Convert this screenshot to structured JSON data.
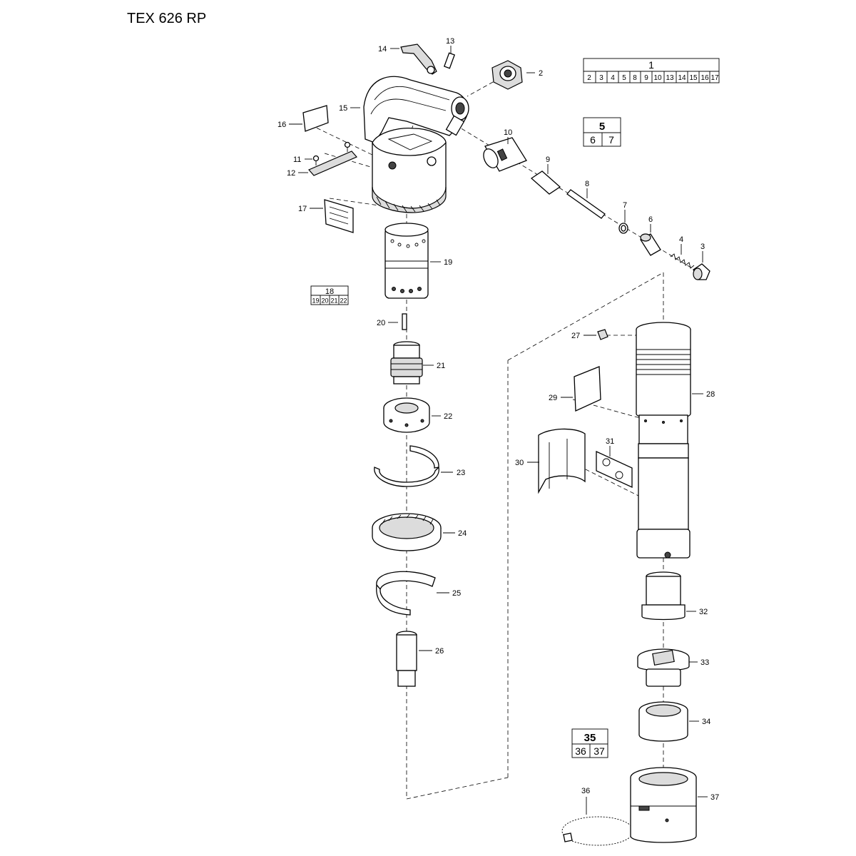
{
  "title": "TEX 626 RP",
  "callouts": [
    {
      "id": "c2",
      "text": "2"
    },
    {
      "id": "c3",
      "text": "3"
    },
    {
      "id": "c4",
      "text": "4"
    },
    {
      "id": "c6",
      "text": "6"
    },
    {
      "id": "c7",
      "text": "7"
    },
    {
      "id": "c8",
      "text": "8"
    },
    {
      "id": "c9",
      "text": "9"
    },
    {
      "id": "c10",
      "text": "10"
    },
    {
      "id": "c11",
      "text": "11"
    },
    {
      "id": "c12",
      "text": "12"
    },
    {
      "id": "c13",
      "text": "13"
    },
    {
      "id": "c14",
      "text": "14"
    },
    {
      "id": "c15",
      "text": "15"
    },
    {
      "id": "c16",
      "text": "16"
    },
    {
      "id": "c17",
      "text": "17"
    },
    {
      "id": "c19",
      "text": "19"
    },
    {
      "id": "c20",
      "text": "20"
    },
    {
      "id": "c21",
      "text": "21"
    },
    {
      "id": "c22",
      "text": "22"
    },
    {
      "id": "c23",
      "text": "23"
    },
    {
      "id": "c24",
      "text": "24"
    },
    {
      "id": "c25",
      "text": "25"
    },
    {
      "id": "c26",
      "text": "26"
    },
    {
      "id": "c27",
      "text": "27"
    },
    {
      "id": "c28",
      "text": "28"
    },
    {
      "id": "c29",
      "text": "29"
    },
    {
      "id": "c30",
      "text": "30"
    },
    {
      "id": "c31",
      "text": "31"
    },
    {
      "id": "c32",
      "text": "32"
    },
    {
      "id": "c33",
      "text": "33"
    },
    {
      "id": "c34",
      "text": "34"
    },
    {
      "id": "c36",
      "text": "36"
    },
    {
      "id": "c37",
      "text": "37"
    }
  ],
  "groups": [
    {
      "id": "g1",
      "header": "1",
      "items": [
        "2",
        "3",
        "4",
        "5",
        "8",
        "9",
        "10",
        "13",
        "14",
        "15",
        "16",
        "17"
      ]
    },
    {
      "id": "g5",
      "header": "5",
      "items": [
        "6",
        "7"
      ]
    },
    {
      "id": "g18",
      "header": "18",
      "items": [
        "19",
        "20",
        "21",
        "22"
      ]
    },
    {
      "id": "g35",
      "header": "35",
      "items": [
        "36",
        "37"
      ]
    }
  ]
}
